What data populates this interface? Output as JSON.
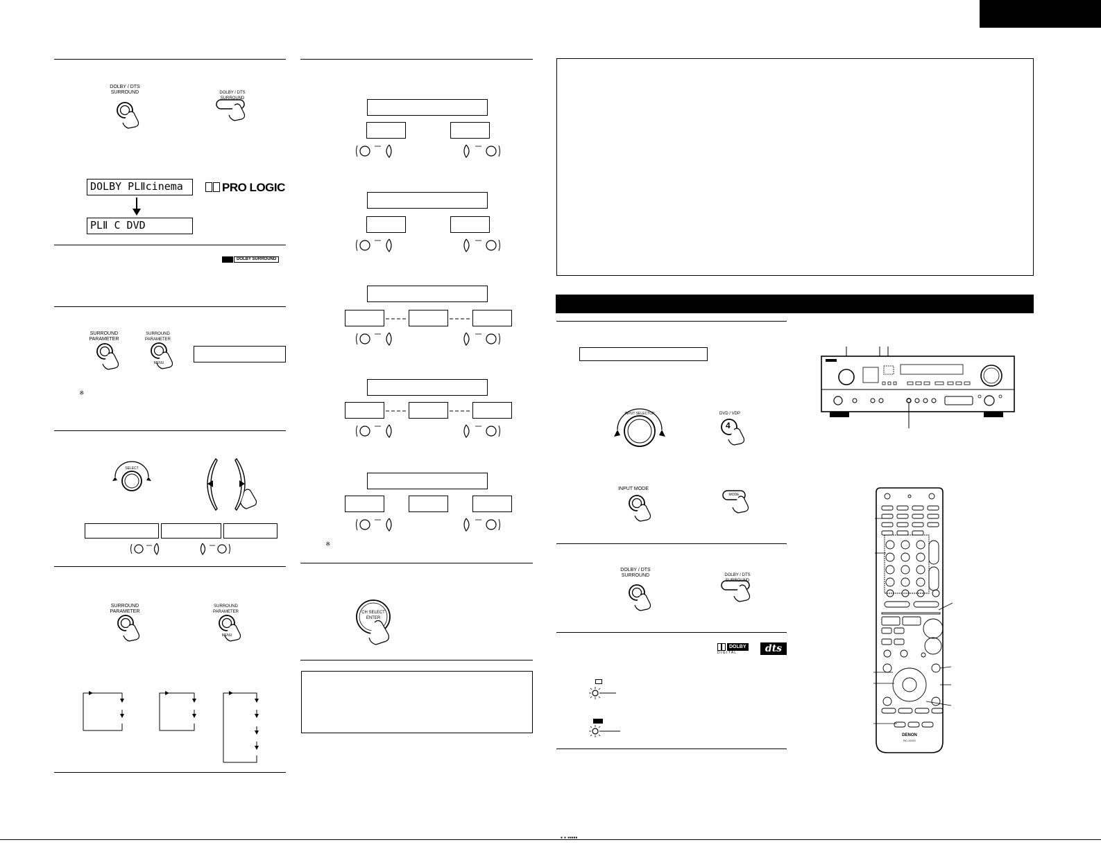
{
  "page": {
    "corner_tab": "",
    "bottom_marks": "▪ ▪ ▪▪▪▪▪"
  },
  "col1": {
    "sec1": {
      "btn_main_label_line1": "DOLBY / DTS",
      "btn_main_label_line2": "SURROUND",
      "btn_remote_label_line1": "DOLBY / DTS",
      "btn_remote_label_line2": "SURROUND",
      "lcd_top": "DOLBY PLⅡcinema",
      "lcd_bottom": "PLⅡ C DVD",
      "logo_text": "PRO LOGIC"
    },
    "sec2": {
      "logo_text": "DOLBY SURROUND"
    },
    "sec3": {
      "btn_main_label_line1": "SURROUND",
      "btn_main_label_line2": "PARAMETER",
      "btn_remote_label_line1": "SURROUND",
      "btn_remote_label_line2": "PARAMETER",
      "btn_remote_sub": "MENU",
      "note_mark": "※"
    },
    "sec4": {
      "dial_label": "SELECT"
    },
    "sec5": {
      "btn_main_label_line1": "SURROUND",
      "btn_main_label_line2": "PARAMETER",
      "btn_remote_label_line1": "SURROUND",
      "btn_remote_label_line2": "PARAMETER",
      "btn_remote_sub": "MENU"
    }
  },
  "col2": {
    "note_mark": "※",
    "enter_label_line1": "CH SELECT",
    "enter_label_line2": "ENTER"
  },
  "col3": {
    "sec_a": {
      "dial_label": "INPUT SELECTOR",
      "btn_remote_label": "DVD / VDP",
      "btn_remote_number": "4",
      "mode_main_label": "INPUT MODE",
      "mode_remote_label": "MODE"
    },
    "sec_b": {
      "btn_main_label_line1": "DOLBY / DTS",
      "btn_main_label_line2": "SURROUND",
      "btn_remote_label_line1": "DOLBY / DTS",
      "btn_remote_label_line2": "SURROUND"
    },
    "sec_c": {
      "logo_dolby_line1": "DOLBY",
      "logo_dolby_line2": "D I G I T A L",
      "logo_dts": "dts"
    },
    "remote": {
      "brand": "DENON",
      "model": "RC-XXXX"
    }
  }
}
